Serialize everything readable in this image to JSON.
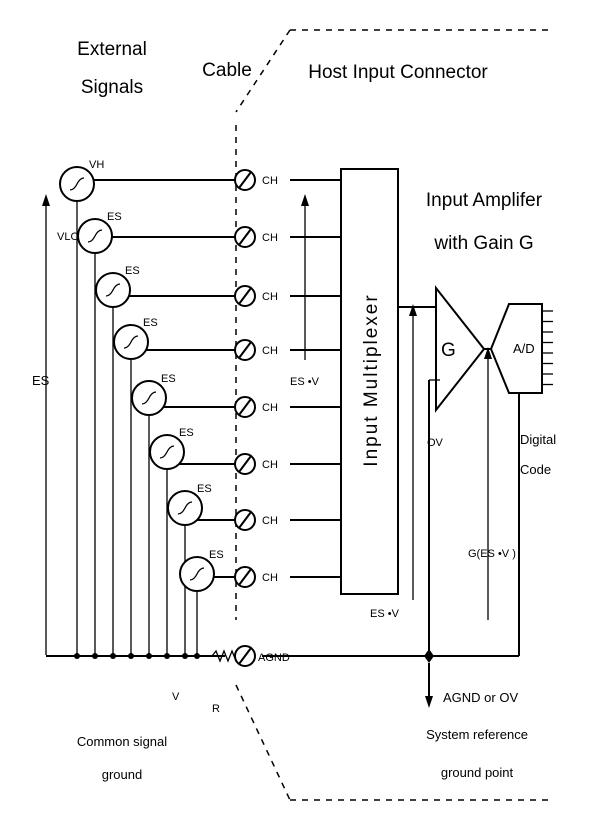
{
  "labels": {
    "external_signals_1": "External",
    "external_signals_2": "Signals",
    "cable": "Cable",
    "host_input_connector": "Host Input Connector",
    "input_amplifier_1": "Input Amplifer",
    "input_amplifier_2": "with Gain G",
    "vh": "VH",
    "vlo": "VLO",
    "es_left": "ES",
    "es_source": "ES",
    "ch": "CH",
    "agnd_pin": "AGND",
    "es_v_mux": "ES  •V",
    "input_multiplexer": "Input Multiplexer",
    "gain": "G",
    "ad": "A/D",
    "ov": "OV",
    "digital_1": "Digital",
    "digital_2": "Code",
    "g_es_v": "G(ES  •V  )",
    "es_v_bottom": "ES  •V",
    "v_bottom": "V",
    "r_bottom": "R",
    "common_1": "Common signal",
    "common_2": "ground",
    "agnd_or_ov": "AGND or OV",
    "sys_ref_1": "System reference",
    "sys_ref_2": "ground point"
  }
}
